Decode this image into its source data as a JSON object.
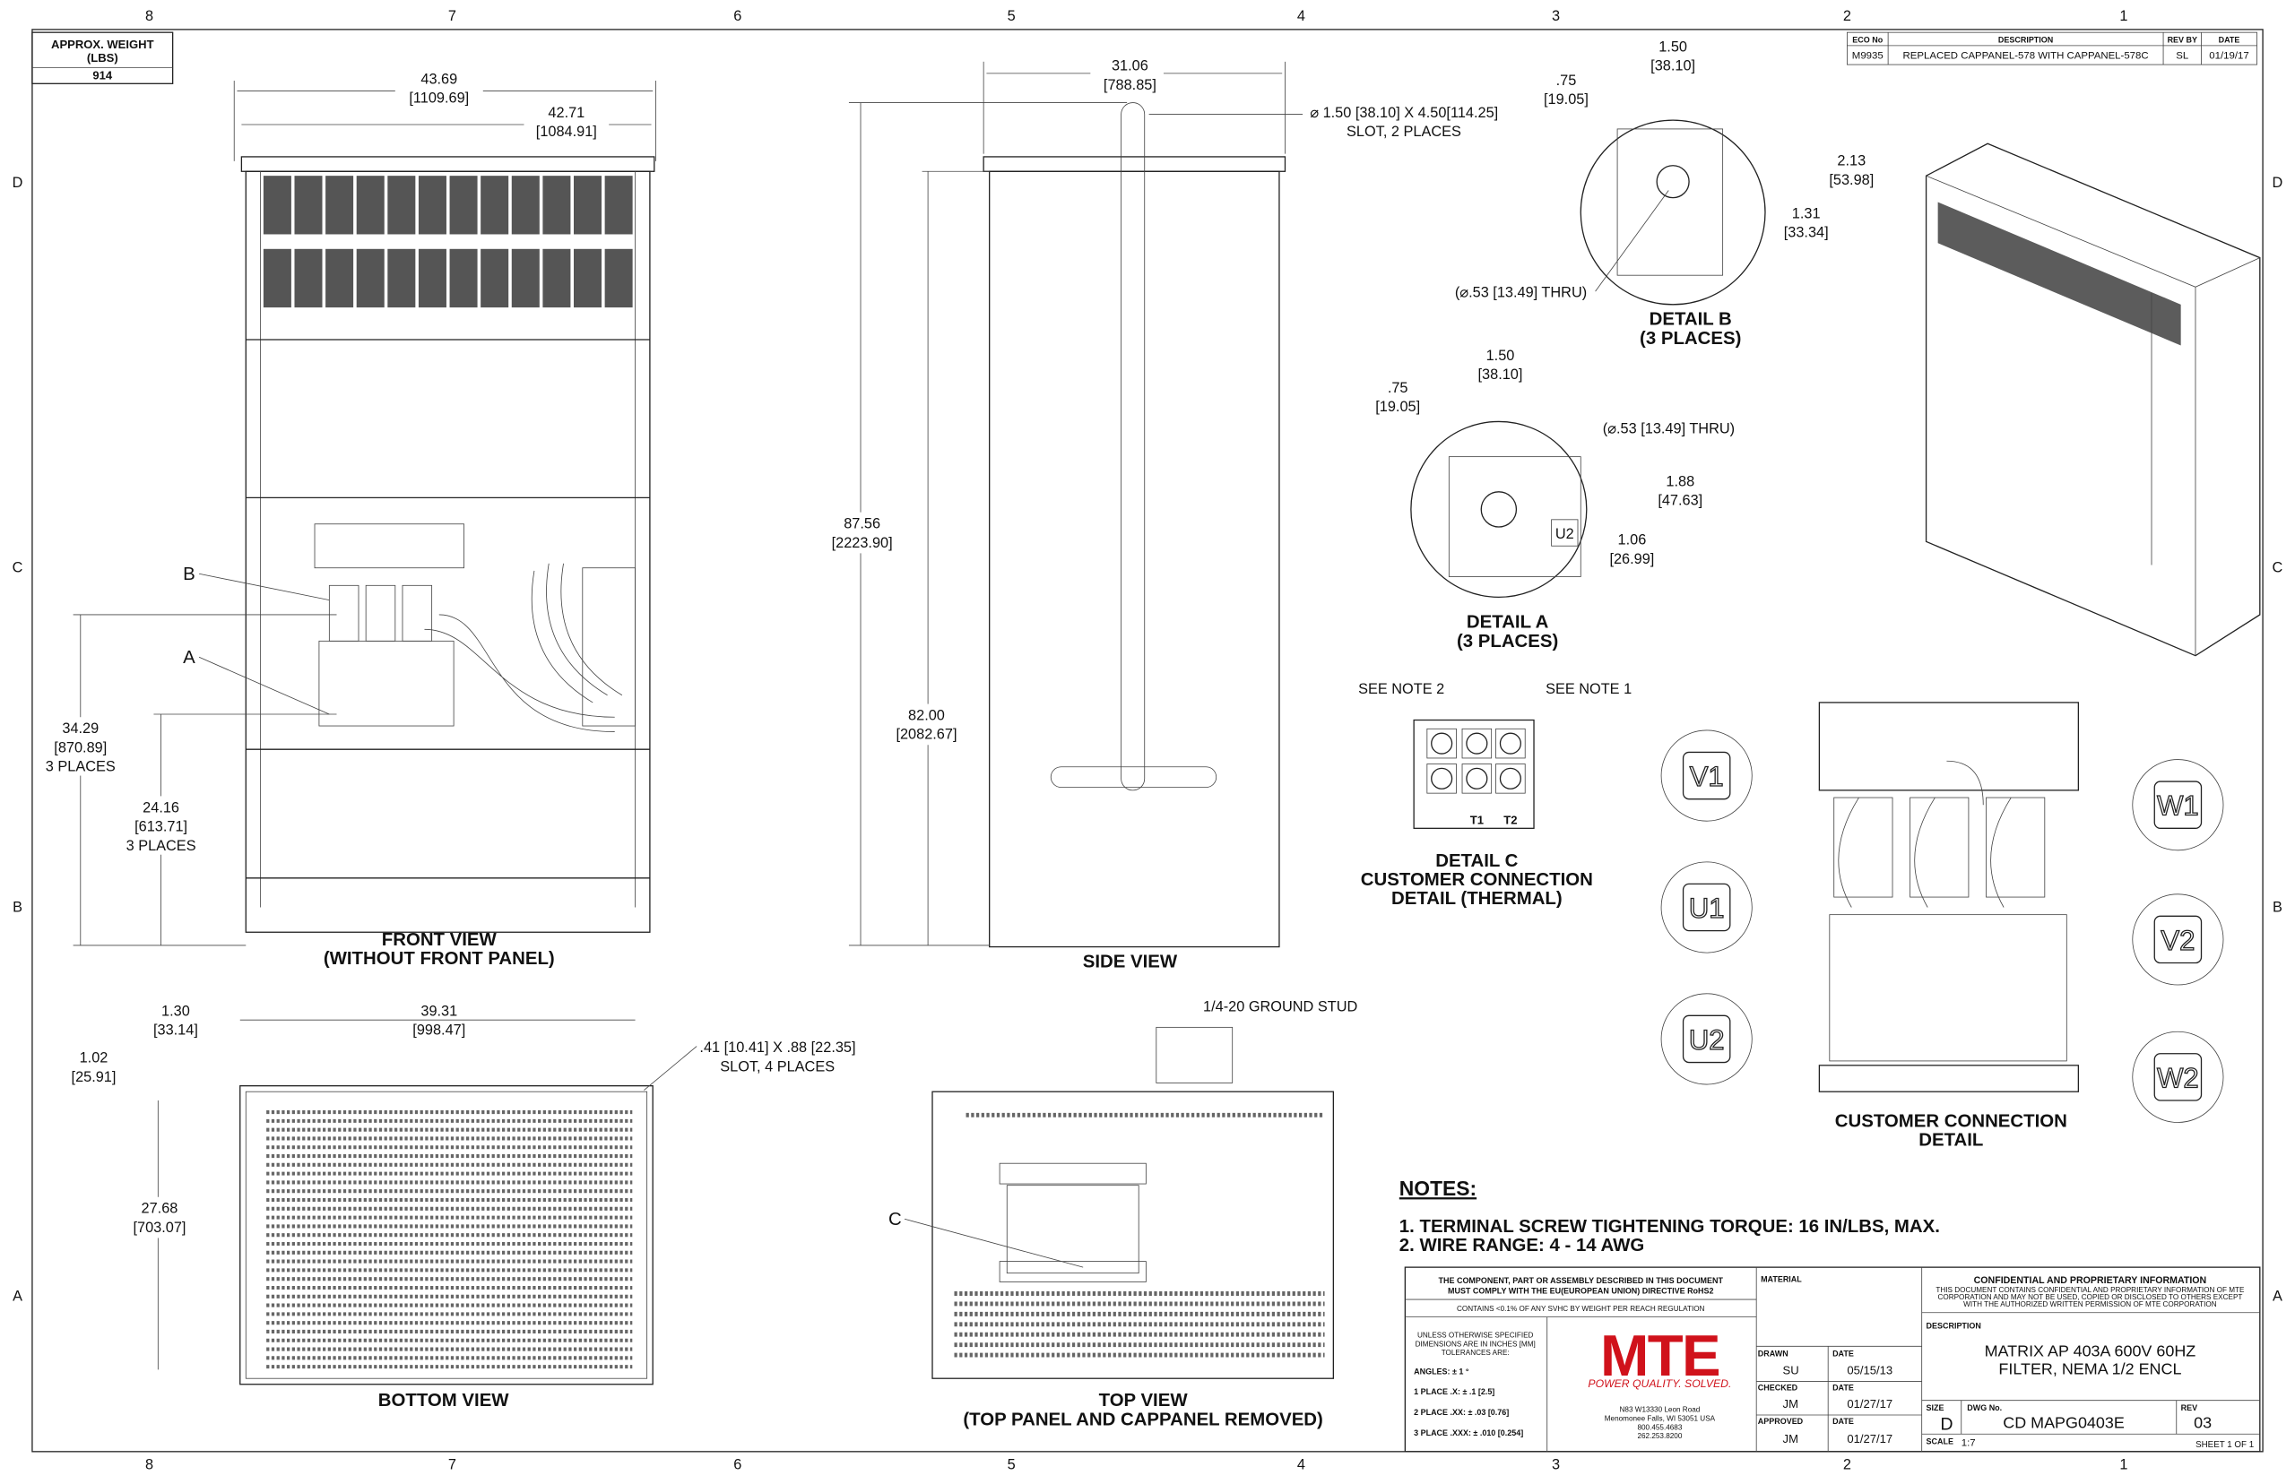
{
  "zones": {
    "cols": [
      "8",
      "7",
      "6",
      "5",
      "4",
      "3",
      "2",
      "1"
    ],
    "rows": [
      "D",
      "C",
      "B",
      "A"
    ]
  },
  "weight": {
    "label1": "APPROX. WEIGHT",
    "label2": "(LBS)",
    "value": "914"
  },
  "revision": {
    "headers": [
      "ECO No",
      "DESCRIPTION",
      "REV BY",
      "DATE"
    ],
    "row": [
      "M9935",
      "REPLACED CAPPANEL-578 WITH CAPPANEL-578C",
      "SL",
      "01/19/17"
    ]
  },
  "front": {
    "d1": "43.69",
    "d1m": "[1109.69]",
    "d2": "42.71",
    "d2m": "[1084.91]",
    "d3": "34.29",
    "d3m": "[870.89]",
    "d3p": "3 PLACES",
    "d4": "24.16",
    "d4m": "[613.71]",
    "d4p": "3 PLACES",
    "lblB": "B",
    "lblA": "A",
    "title1": "FRONT VIEW",
    "title2": "(WITHOUT FRONT PANEL)"
  },
  "side": {
    "d1": "31.06",
    "d1m": "[788.85]",
    "slot1": "⌀ 1.50 [38.10] X 4.50[114.25]",
    "slot2": "SLOT, 2 PLACES",
    "h1": "87.56",
    "h1m": "[2223.90]",
    "h2": "82.00",
    "h2m": "[2082.67]",
    "title": "SIDE VIEW"
  },
  "detailB": {
    "a": ".75",
    "am": "[19.05]",
    "b": "1.50",
    "bm": "[38.10]",
    "c": "2.13",
    "cm": "[53.98]",
    "e": "1.31",
    "em": "[33.34]",
    "hole": "(⌀.53 [13.49] THRU)",
    "title1": "DETAIL B",
    "title2": "(3 PLACES)"
  },
  "detailA": {
    "b": "1.50",
    "bm": "[38.10]",
    "a": ".75",
    "am": "[19.05]",
    "hole": "(⌀.53 [13.49] THRU)",
    "c": "1.88",
    "cm": "[47.63]",
    "e": "1.06",
    "em": "[26.99]",
    "tag": "U2",
    "title1": "DETAIL A",
    "title2": "(3 PLACES)"
  },
  "detailC": {
    "n2": "SEE NOTE 2",
    "n1": "SEE NOTE 1",
    "t1": "T1",
    "t2": "T2",
    "title1": "DETAIL C",
    "title2": "CUSTOMER CONNECTION",
    "title3": "DETAIL (THERMAL)"
  },
  "conn": {
    "v1": "V1",
    "u1": "U1",
    "u2": "U2",
    "w1": "W1",
    "v2": "V2",
    "w2": "W2",
    "title1": "CUSTOMER CONNECTION",
    "title2": "DETAIL"
  },
  "bottom": {
    "a": "1.30",
    "am": "[33.14]",
    "b": "39.31",
    "bm": "[998.47]",
    "c": "1.02",
    "cm": "[25.91]",
    "slot1": ".41 [10.41] X .88 [22.35]",
    "slot2": "SLOT, 4 PLACES",
    "h": "27.68",
    "hm": "[703.07]",
    "title": "BOTTOM VIEW"
  },
  "top": {
    "stud": "1/4-20 GROUND STUD",
    "lblC": "C",
    "title1": "TOP VIEW",
    "title2": "(TOP PANEL AND CAPPANEL REMOVED)"
  },
  "notes": {
    "title": "NOTES:",
    "n1": "1.  TERMINAL SCREW TIGHTENING TORQUE: 16 IN/LBS, MAX.",
    "n2": "2.  WIRE RANGE: 4 - 14 AWG"
  },
  "title_block": {
    "rohs1": "THE COMPONENT, PART OR ASSEMBLY DESCRIBED IN THIS DOCUMENT",
    "rohs2": "MUST COMPLY WITH THE EU(EUROPEAN UNION) DIRECTIVE RoHS2",
    "reach": "CONTAINS <0.1% OF ANY SVHC BY WEIGHT PER REACH REGULATION",
    "tol1": "UNLESS OTHERWISE SPECIFIED",
    "tol2": "DIMENSIONS ARE IN INCHES [MM]",
    "tol3": "TOLERANCES ARE:",
    "angles": "ANGLES: ± 1 °",
    "p1": "1 PLACE .X: ± .1 [2.5]",
    "p2": "2 PLACE .XX: ± .03 [0.76]",
    "p3": "3 PLACE .XXX: ± .010 [0.254]",
    "logo": "MTE",
    "tagline": "POWER QUALITY. SOLVED.",
    "brand_color": "#d0121b",
    "addr1": "N83 W13330 Leon Road",
    "addr2": "Menomonee Falls, WI 53051 USA",
    "addr3": "800.455.4683",
    "addr4": "262.253.8200",
    "material": "MATERIAL",
    "drawn": "DRAWN",
    "drawn_by": "SU",
    "drawn_date": "05/15/13",
    "checked": "CHECKED",
    "checked_by": "JM",
    "checked_date": "01/27/17",
    "approved": "APPROVED",
    "approved_by": "JM",
    "approved_date": "01/27/17",
    "date": "DATE",
    "conf1": "CONFIDENTIAL AND PROPRIETARY INFORMATION",
    "conf2": "THIS DOCUMENT CONTAINS CONFIDENTIAL AND PROPRIETARY INFORMATION OF MTE",
    "conf3": "CORPORATION AND MAY NOT BE USED, COPIED OR DISCLOSED TO OTHERS EXCEPT",
    "conf4": "WITH THE AUTHORIZED WRITTEN PERMISSION OF MTE CORPORATION",
    "desc_label": "DESCRIPTION",
    "desc1": "MATRIX AP 403A 600V 60HZ",
    "desc2": "FILTER, NEMA 1/2 ENCL",
    "size_label": "SIZE",
    "size": "D",
    "dwg_label": "DWG No.",
    "dwg": "CD MAPG0403E",
    "rev_label": "REV",
    "rev": "03",
    "scale_label": "SCALE",
    "scale": "1:7",
    "sheet": "SHEET 1  OF 1"
  }
}
